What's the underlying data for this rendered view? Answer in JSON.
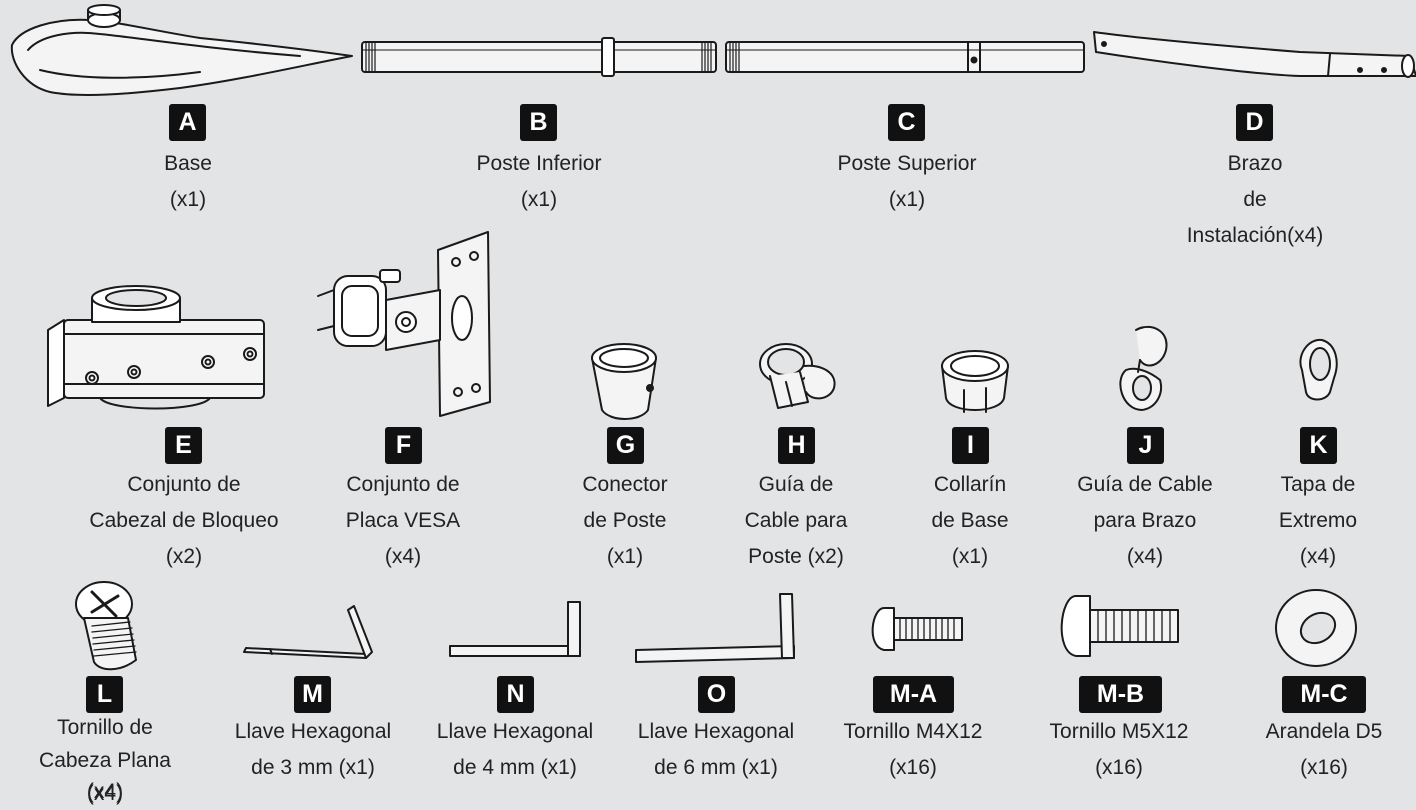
{
  "parts": [
    {
      "id": "A",
      "badge": "A",
      "icon": "base-icon",
      "lines": [
        "Base",
        " (x1)"
      ]
    },
    {
      "id": "B",
      "badge": "B",
      "icon": "lower-post-icon",
      "lines": [
        "Poste Inferior",
        "(x1)"
      ]
    },
    {
      "id": "C",
      "badge": "C",
      "icon": "upper-post-icon",
      "lines": [
        "Poste Superior",
        "(x1)"
      ]
    },
    {
      "id": "D",
      "badge": "D",
      "icon": "mounting-arm-icon",
      "lines": [
        "Brazo",
        "de",
        "Instalación(x4)"
      ]
    },
    {
      "id": "E",
      "badge": "E",
      "icon": "locking-head-icon",
      "lines": [
        "Conjunto de",
        "Cabezal de Bloqueo",
        "(x2)"
      ]
    },
    {
      "id": "F",
      "badge": "F",
      "icon": "vesa-plate-icon",
      "lines": [
        "Conjunto de",
        "Placa VESA",
        "(x4)"
      ]
    },
    {
      "id": "G",
      "badge": "G",
      "icon": "post-connector-icon",
      "lines": [
        "Conector",
        "de Poste",
        "(x1)"
      ]
    },
    {
      "id": "H",
      "badge": "H",
      "icon": "post-cable-guide-icon",
      "lines": [
        "Guía de",
        "Cable para",
        "Poste (x2)"
      ]
    },
    {
      "id": "I",
      "badge": "I",
      "icon": "base-collar-icon",
      "lines": [
        "Collarín",
        "de Base",
        "(x1)"
      ]
    },
    {
      "id": "J",
      "badge": "J",
      "icon": "arm-cable-guide-icon",
      "lines": [
        "Guía de Cable",
        "para Brazo",
        "(x4)"
      ]
    },
    {
      "id": "K",
      "badge": "K",
      "icon": "end-cap-icon",
      "lines": [
        "Tapa de",
        "Extremo",
        "(x4)"
      ]
    },
    {
      "id": "L",
      "badge": "L",
      "icon": "flat-head-screw-icon",
      "lines": [
        "Tornillo de",
        "Cabeza Plana",
        "(x4)"
      ]
    },
    {
      "id": "M",
      "badge": "M",
      "icon": "hex-key-3mm-icon",
      "lines": [
        "Llave Hexagonal",
        "de 3 mm (x1)"
      ]
    },
    {
      "id": "N",
      "badge": "N",
      "icon": "hex-key-4mm-icon",
      "lines": [
        "Llave Hexagonal",
        "de 4 mm (x1)"
      ]
    },
    {
      "id": "O",
      "badge": "O",
      "icon": "hex-key-6mm-icon",
      "lines": [
        "Llave Hexagonal",
        "de 6 mm (x1)"
      ]
    },
    {
      "id": "MA",
      "badge": "M-A",
      "icon": "screw-m4x12-icon",
      "lines": [
        "Tornillo M4X12",
        "(x16)"
      ]
    },
    {
      "id": "MB",
      "badge": "M-B",
      "icon": "screw-m5x12-icon",
      "lines": [
        "Tornillo M5X12",
        "(x16)"
      ]
    },
    {
      "id": "MC",
      "badge": "M-C",
      "icon": "washer-d5-icon",
      "lines": [
        "Arandela D5",
        "(x16)"
      ]
    }
  ],
  "extra_text": {
    "l_qty": "(x4)"
  }
}
